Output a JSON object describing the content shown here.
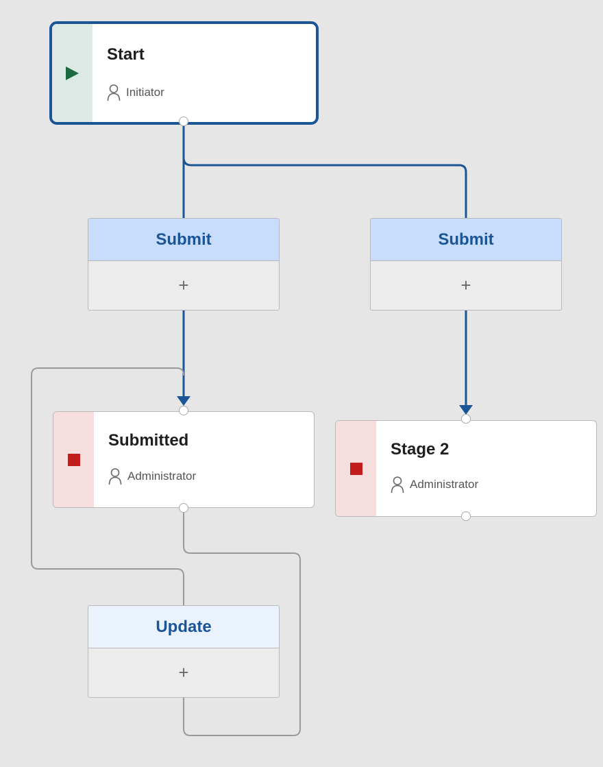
{
  "colors": {
    "canvas": "#e6e6e6",
    "selected_border": "#1a5596",
    "flow_line": "#1a5596",
    "loop_line": "#9a9a9a",
    "start_strip": "#dce9e5",
    "start_icon": "#1b6b3e",
    "end_strip": "#f7dede",
    "end_icon": "#c21c1c",
    "action_header": "#c8dcfb",
    "action_header_light": "#eaf3fd",
    "action_text": "#1a5596"
  },
  "states": {
    "start": {
      "title": "Start",
      "role": "Initiator",
      "icon": "play-icon",
      "selected": true
    },
    "submitted": {
      "title": "Submitted",
      "role": "Administrator",
      "icon": "stop-icon"
    },
    "stage2": {
      "title": "Stage 2",
      "role": "Administrator",
      "icon": "stop-icon"
    }
  },
  "actions": {
    "submit_left": {
      "label": "Submit",
      "add_symbol": "+"
    },
    "submit_right": {
      "label": "Submit",
      "add_symbol": "+"
    },
    "update": {
      "label": "Update",
      "add_symbol": "+"
    }
  },
  "role_icon": "person-icon"
}
